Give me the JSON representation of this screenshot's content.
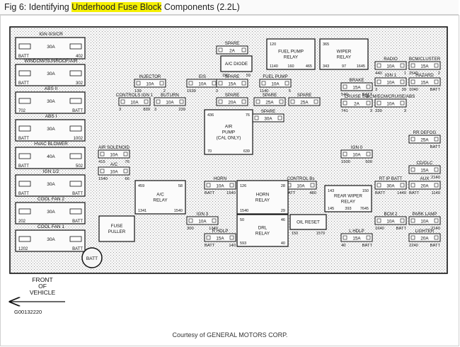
{
  "caption": {
    "prefix": "Fig 6: Identifying ",
    "highlight": "Underhood Fuse Block",
    "suffix": " Components (2.2L)",
    "highlight_color": "#f5f000"
  },
  "left_fuses": [
    {
      "top_label": "IGN 0/3/CR",
      "amp": "30A",
      "left": "BATT",
      "right": "402"
    },
    {
      "top_label": "WINDOW/SUNROOF/AIR",
      "amp": "30A",
      "left": "BATT",
      "right": "302"
    },
    {
      "top_label": "ABS II",
      "amp": "30A",
      "left": "702",
      "right": "BATT"
    },
    {
      "top_label": "ABS I",
      "amp": "30A",
      "left": "BATT",
      "right": "1002"
    },
    {
      "top_label": "HVAC BLOWER",
      "amp": "40A",
      "left": "BATT",
      "right": "502"
    },
    {
      "top_label": "IGN 1/2",
      "amp": "30A",
      "left": "BATT",
      "right": "BATT"
    },
    {
      "top_label": "COOL FAN 2",
      "amp": "30A",
      "left": "202",
      "right": "BATT"
    },
    {
      "top_label": "COOL FAN 1",
      "amp": "30A",
      "left": "1202",
      "right": "BATT"
    }
  ],
  "mini_fuses": [
    {
      "name": "SPARE",
      "amp": "2A",
      "l": "",
      "r": ""
    },
    {
      "name": "INJECTOR",
      "amp": "10A",
      "l": "139",
      "r": "2"
    },
    {
      "name": "EIS",
      "amp": "10A",
      "l": "1539",
      "r": "3"
    },
    {
      "name": "SPARE",
      "amp": "15A",
      "l": "",
      "r": ""
    },
    {
      "name": "FUEL PUMP",
      "amp": "10A",
      "l": "1140",
      "r": "5"
    },
    {
      "name": "CONTROLS IGN 1",
      "amp": "10A",
      "l": "3",
      "r": "839"
    },
    {
      "name": "BUTURN",
      "amp": "10A",
      "l": "3",
      "r": "239"
    },
    {
      "name": "SPARE",
      "amp": "20A",
      "l": "",
      "r": ""
    },
    {
      "name": "SPARE",
      "amp": "25A",
      "l": "",
      "r": ""
    },
    {
      "name": "SPARE",
      "amp": "25A",
      "l": "",
      "r": ""
    },
    {
      "name": "SPARE",
      "amp": "30A",
      "l": "",
      "r": ""
    },
    {
      "name": "RADIO",
      "amp": "10A",
      "l": "440",
      "r": "1"
    },
    {
      "name": "BCM/CLUSTER",
      "amp": "15A",
      "l": "2540",
      "r": "2"
    },
    {
      "name": "IGN 1",
      "amp": "10A",
      "l": "3",
      "r": "39"
    },
    {
      "name": "HAZARD",
      "amp": "15A",
      "l": "1040",
      "r": "BATT"
    },
    {
      "name": "BRAKE",
      "amp": "15A",
      "l": "540",
      "r": "BATT"
    },
    {
      "name": "CRUISE SW",
      "amp": "2A",
      "l": "741",
      "r": "3"
    },
    {
      "name": "BCM/ECM/CRUISE/ABS",
      "amp": "10A",
      "l": "339",
      "r": "3"
    },
    {
      "name": "RR DEFOG",
      "amp": "25A",
      "l": "",
      "r": "BATT"
    },
    {
      "name": "IGN 0",
      "amp": "10A",
      "l": "1500",
      "r": "500"
    },
    {
      "name": "AIR SOLENOID",
      "amp": "10A",
      "l": "415",
      "r": "76"
    },
    {
      "name": "A/C",
      "amp": "10A",
      "l": "1540",
      "r": "66"
    },
    {
      "name": "CD/DLC",
      "amp": "15A",
      "l": "",
      "r": "2140"
    },
    {
      "name": "HORN",
      "amp": "10A",
      "l": "BATT",
      "r": "1540"
    },
    {
      "name": "CONTROL Bs",
      "amp": "10A",
      "l": "BATT",
      "r": "480"
    },
    {
      "name": "RT IP BATT",
      "amp": "30A",
      "l": "BATT",
      "r": "1440"
    },
    {
      "name": "AUX",
      "amp": "20A",
      "l": "BATT",
      "r": "1140"
    },
    {
      "name": "IGN 3",
      "amp": "10A",
      "l": "300",
      "r": "1340"
    },
    {
      "name": "R HDLP",
      "amp": "15A",
      "l": "BATT",
      "r": "140"
    },
    {
      "name": "BCM 2",
      "amp": "10A",
      "l": "1640",
      "r": "BATT"
    },
    {
      "name": "PARK LAMP",
      "amp": "10A",
      "l": "",
      "r": "2140"
    },
    {
      "name": "L HDLP",
      "amp": "15A",
      "l": "40",
      "r": "BATT"
    },
    {
      "name": "LIGHTER",
      "amp": "20A",
      "l": "2240",
      "r": "BATT"
    }
  ],
  "relays": [
    {
      "line1": "FUEL PUMP",
      "line2": "RELAY",
      "pins": [
        "120",
        "",
        "1140",
        "160",
        "465"
      ]
    },
    {
      "line1": "WIPER",
      "line2": "RELAY",
      "pins": [
        "365",
        "",
        "343",
        "97",
        "1645"
      ]
    },
    {
      "line1": "A/C DIODE",
      "line2": "",
      "pins": [
        "150",
        "59"
      ]
    },
    {
      "line1": "AIR",
      "line2": "PUMP",
      "line3": "(CAL ONLY)",
      "pins": [
        "436",
        "76",
        "70",
        "639"
      ]
    },
    {
      "line1": "A/C",
      "line2": "RELAY",
      "pins": [
        "459",
        "58",
        "1341",
        "1540"
      ]
    },
    {
      "line1": "HORN",
      "line2": "RELAY",
      "pins": [
        "126",
        "28",
        "1540",
        "29"
      ]
    },
    {
      "line1": "REAR WIPER",
      "line2": "RELAY",
      "pins": [
        "143",
        "150",
        "145",
        "393",
        "7645"
      ]
    },
    {
      "line1": "DRL",
      "line2": "RELAY",
      "pins": [
        "50",
        "46",
        "593",
        "40"
      ]
    },
    {
      "line1": "FUSE",
      "line2": "PULLER",
      "pins": []
    },
    {
      "line1": "OIL RESET",
      "line2": "",
      "pins": [
        "150",
        "1579"
      ]
    }
  ],
  "batt_stud": "BATT",
  "front_arrow": {
    "line1": "FRONT",
    "line2": "OF",
    "line3": "VEHICLE"
  },
  "figure_id": "G00132220",
  "courtesy": "Courtesy of GENERAL MOTORS CORP."
}
